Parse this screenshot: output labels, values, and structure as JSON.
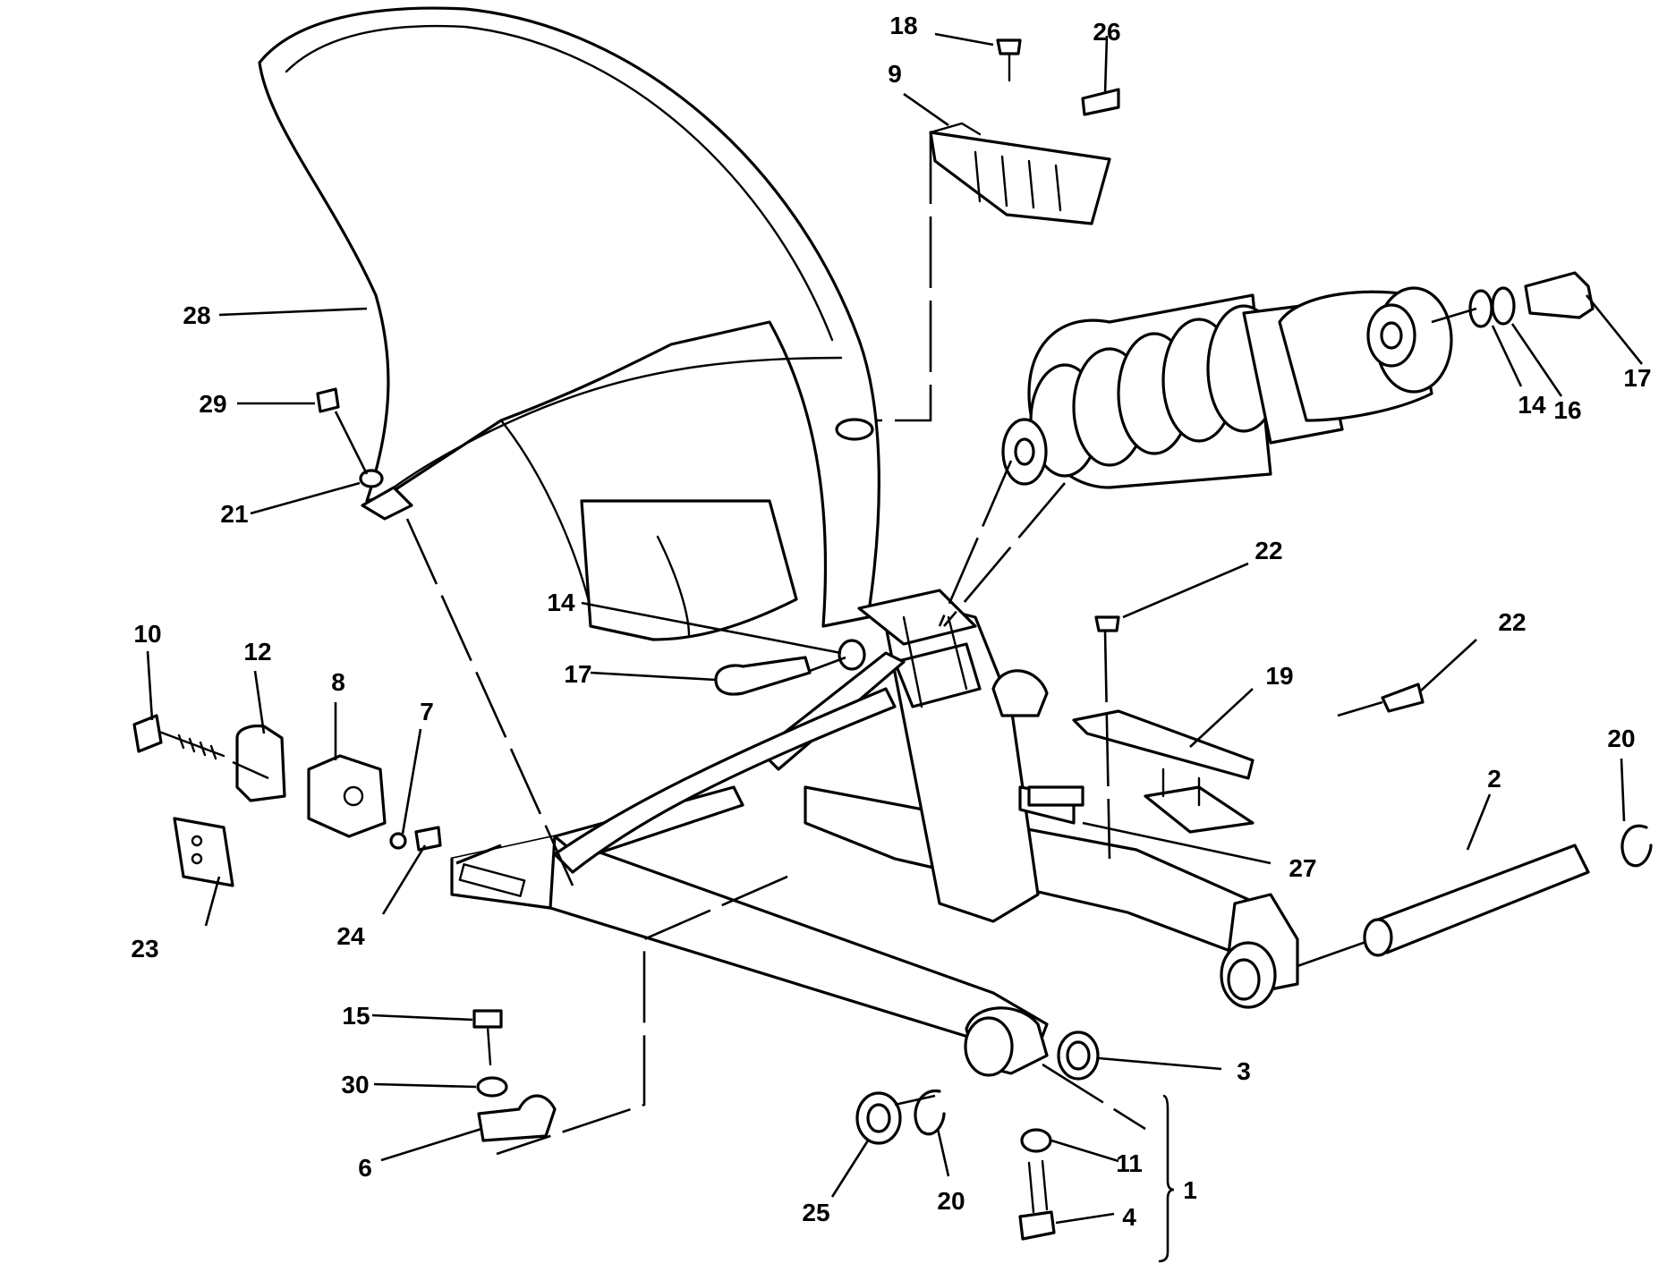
{
  "callouts": {
    "c1": "1",
    "c2": "2",
    "c3": "3",
    "c4": "4",
    "c6": "6",
    "c7": "7",
    "c8": "8",
    "c9": "9",
    "c10": "10",
    "c11": "11",
    "c12": "12",
    "c14a": "14",
    "c14b": "14",
    "c15": "15",
    "c16": "16",
    "c17a": "17",
    "c17b": "17",
    "c18": "18",
    "c19": "19",
    "c20a": "20",
    "c20b": "20",
    "c21": "21",
    "c22a": "22",
    "c22b": "22",
    "c23": "23",
    "c24": "24",
    "c25": "25",
    "c26": "26",
    "c27": "27",
    "c28": "28",
    "c29": "29",
    "c30": "30"
  },
  "colors": {
    "line": "#000000",
    "background": "#ffffff"
  }
}
